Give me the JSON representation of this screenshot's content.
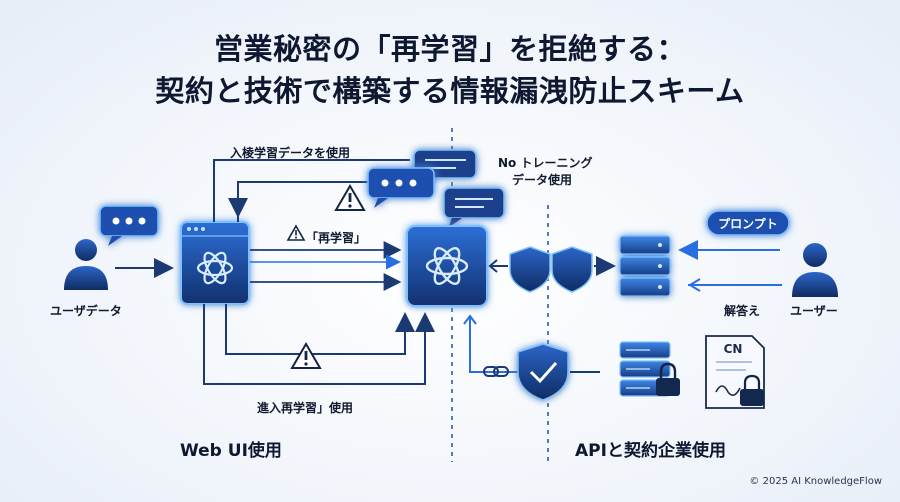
{
  "title": {
    "line1": "営業秘密の「再学習」を拒絶する：",
    "line2": "契約と技術で構築する情報漏洩防止スキーム"
  },
  "labels": {
    "top_loop": "入棱学習データを使用",
    "middle_warning": "「再学習」",
    "bottom_loop": "進入再学習」使用",
    "user_data": "ユーザデータ",
    "no_training_line1": "No トレーニング",
    "no_training_line2": "データ使用",
    "prompt": "プロンプト",
    "answer": "解答え",
    "user": "ユーザー",
    "contract_badge": "CN"
  },
  "sections": {
    "left": "Web UI使用",
    "right": "APIと契約企業使用"
  },
  "footer": "© 2025 AI KnowledgeFlow",
  "colors": {
    "accent": "#1f4fa8",
    "dark_navy": "#13284f",
    "glow": "#5aa8ff",
    "line": "#1b3a73"
  }
}
